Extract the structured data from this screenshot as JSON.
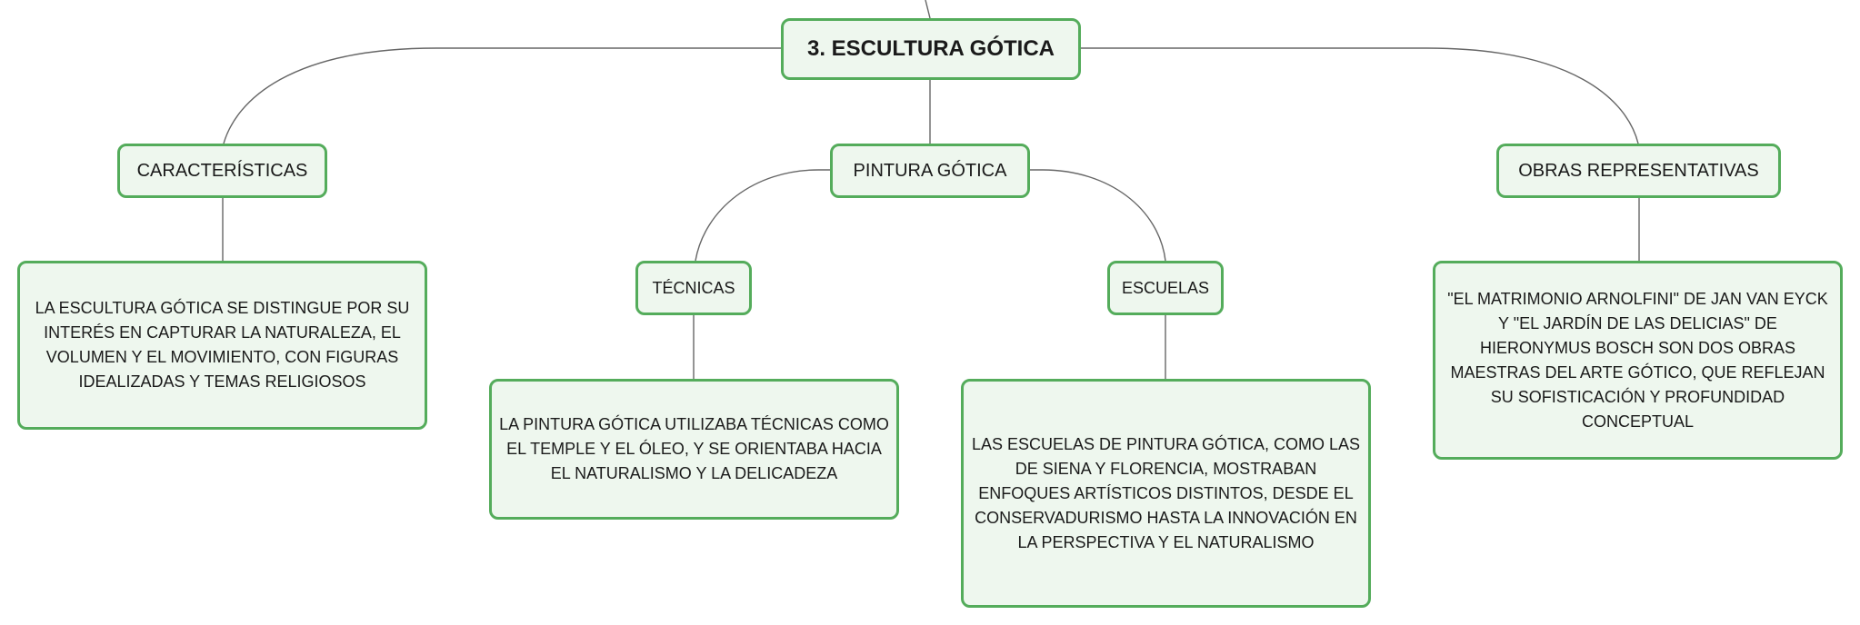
{
  "mindmap": {
    "root": {
      "label": "3. ESCULTURA GÓTICA"
    },
    "caracteristicas": {
      "label": "CARACTERÍSTICAS",
      "detail": "LA ESCULTURA GÓTICA SE DISTINGUE POR SU INTERÉS EN CAPTURAR LA NATURALEZA, EL VOLUMEN Y EL MOVIMIENTO, CON FIGURAS IDEALIZADAS Y TEMAS RELIGIOSOS"
    },
    "pintura": {
      "label": "PINTURA GÓTICA",
      "tecnicas": {
        "label": "TÉCNICAS",
        "detail": "LA PINTURA GÓTICA UTILIZABA TÉCNICAS COMO EL TEMPLE Y EL ÓLEO, Y SE ORIENTABA HACIA EL NATURALISMO Y LA DELICADEZA"
      },
      "escuelas": {
        "label": "ESCUELAS",
        "detail": "LAS ESCUELAS DE PINTURA GÓTICA, COMO LAS DE SIENA Y FLORENCIA, MOSTRABAN ENFOQUES ARTÍSTICOS DISTINTOS, DESDE EL CONSERVADURISMO HASTA LA INNOVACIÓN EN LA PERSPECTIVA Y EL NATURALISMO"
      }
    },
    "obras": {
      "label": "OBRAS REPRESENTATIVAS",
      "detail": "\"EL MATRIMONIO ARNOLFINI\" DE JAN VAN EYCK Y \"EL JARDÍN DE LAS DELICIAS\" DE HIERONYMUS BOSCH SON DOS OBRAS MAESTRAS DEL ARTE GÓTICO, QUE REFLEJAN SU SOFISTICACIÓN Y PROFUNDIDAD CONCEPTUAL"
    }
  },
  "colors": {
    "node_border": "#54ac5b",
    "node_fill": "#eef7ee",
    "connector": "#666666"
  }
}
